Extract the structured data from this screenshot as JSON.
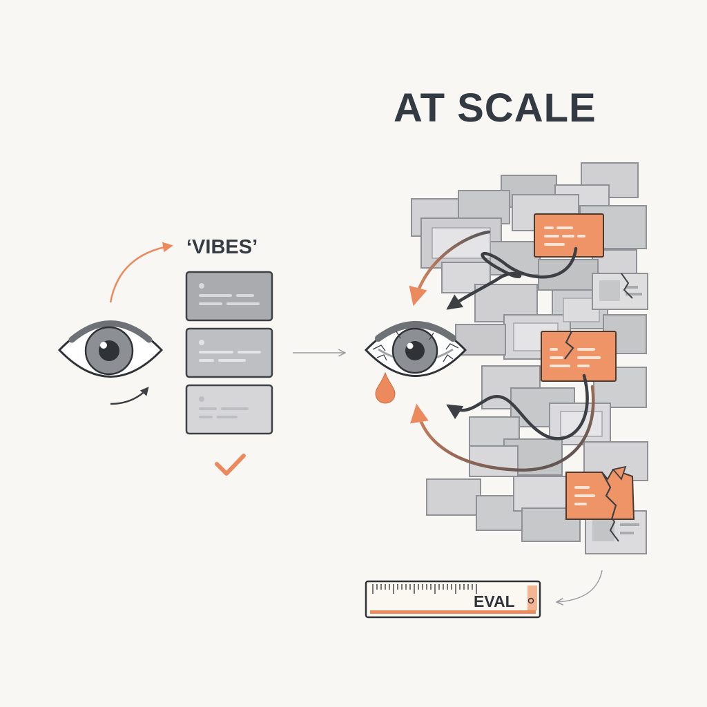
{
  "header": {
    "title": "AT SCALE"
  },
  "left_panel": {
    "label": "‘VIBES’"
  },
  "ruler": {
    "label": "EVAL"
  },
  "icons": {
    "eye": "eye-icon",
    "tired_eye": "bloodshot-eye-icon",
    "tear": "teardrop-icon",
    "check": "checkmark-icon",
    "ruler": "ruler-icon"
  },
  "colors": {
    "accent": "#ee9466",
    "card_gray": "#cfcfd1",
    "ink": "#3a3d42",
    "background": "#f8f7f3"
  }
}
